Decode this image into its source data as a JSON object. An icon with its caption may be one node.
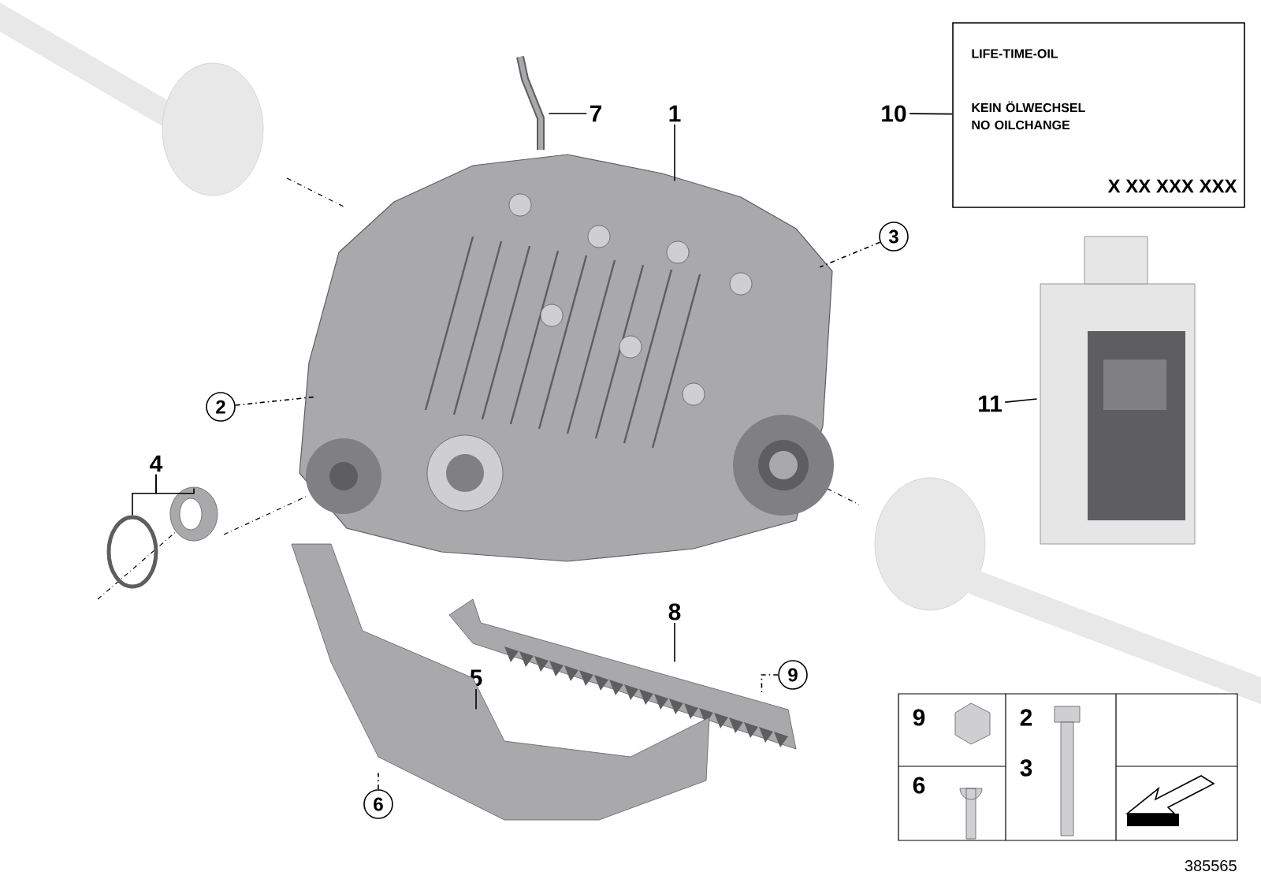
{
  "diagram": {
    "nodes": [
      {
        "text": [
          "1"
        ]
      },
      {
        "text": [
          "7"
        ]
      },
      {
        "text": [
          "10"
        ]
      },
      {
        "text": [
          "LIFE-TIME-OIL",
          "KEIN ÖLWECHSEL NO OILCHANGE",
          "X XX XXX XXX"
        ]
      },
      {
        "text": [
          "3"
        ]
      },
      {
        "text": [
          "2"
        ]
      },
      {
        "text": [
          "11"
        ]
      },
      {
        "text": [
          "4"
        ]
      },
      {
        "text": [
          "8"
        ]
      },
      {
        "text": [
          "9"
        ]
      },
      {
        "text": [
          "5"
        ]
      },
      {
        "text": [
          "6"
        ]
      },
      {
        "text": [],
        "shape": "picture"
      },
      {
        "text": [],
        "shape": "picture"
      },
      {
        "text": [],
        "shape": "picture"
      },
      {
        "text": [],
        "shape": "circle"
      },
      {
        "text": [],
        "shape": "picture"
      },
      {
        "text": [],
        "shape": "picture"
      },
      {
        "text": [],
        "shape": "picture"
      }
    ],
    "edges": [
      {
        "from": 0,
        "to": 12,
        "arrow": "none"
      },
      {
        "from": 1,
        "to": 13,
        "arrow": "none"
      },
      {
        "from": 2,
        "to": 3,
        "arrow": "none"
      },
      {
        "from": 4,
        "to": 12,
        "arrow": "none",
        "style": "dashed"
      },
      {
        "from": 5,
        "to": 12,
        "arrow": "none",
        "style": "dashed"
      },
      {
        "from": 6,
        "to": 14,
        "arrow": "none"
      },
      {
        "from": 7,
        "to": 15,
        "arrow": "none"
      },
      {
        "from": 7,
        "to": 16,
        "arrow": "none"
      },
      {
        "from": 8,
        "to": 17,
        "arrow": "none"
      },
      {
        "from": 9,
        "to": 17,
        "arrow": "none",
        "style": "dashed"
      },
      {
        "from": 10,
        "to": 18,
        "arrow": "none"
      },
      {
        "from": 11,
        "to": 18,
        "arrow": "none",
        "style": "dashed"
      }
    ],
    "labels": [
      "9",
      "2",
      "3",
      "6",
      "385565"
    ]
  }
}
